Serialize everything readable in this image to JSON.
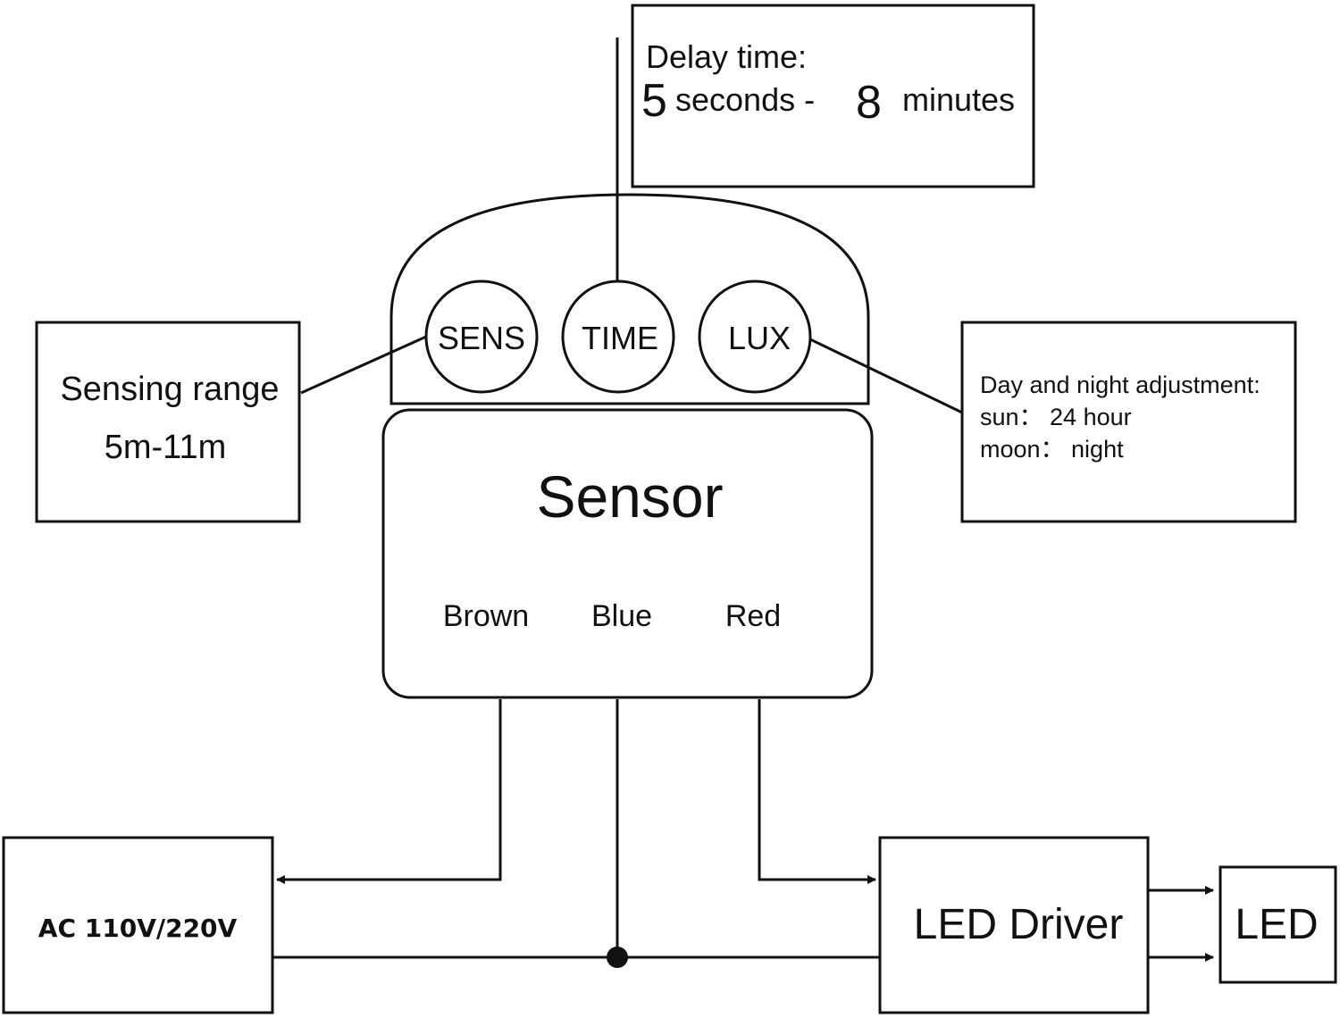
{
  "delay_box": {
    "line1": "Delay time:",
    "min_value": "5",
    "min_unit": "seconds -",
    "max_value": "8",
    "max_unit": "minutes"
  },
  "knobs": {
    "sens": "SENS",
    "time": "TIME",
    "lux": "LUX"
  },
  "range_box": {
    "title": "Sensing range",
    "value": "5m-11m"
  },
  "lux_box": {
    "line1": "Day and night adjustment:",
    "line2": "sun： 24 hour",
    "line3": "moon： night"
  },
  "sensor": {
    "title": "Sensor",
    "wire_brown": "Brown",
    "wire_blue": "Blue",
    "wire_red": "Red"
  },
  "power": {
    "label": "AC 110V/220V"
  },
  "driver": {
    "label": "LED Driver"
  },
  "led": {
    "label": "LED"
  }
}
